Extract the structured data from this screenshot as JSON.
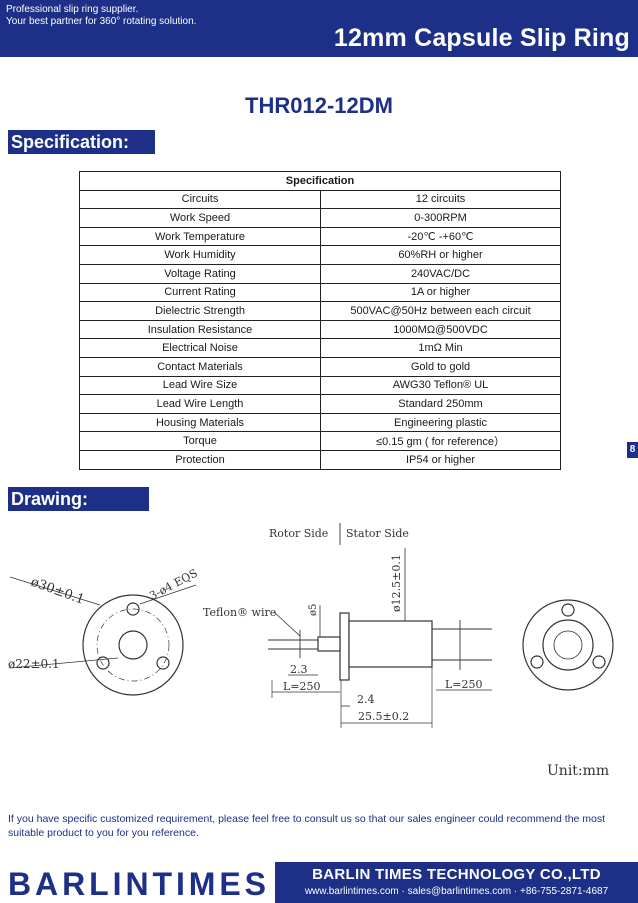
{
  "header": {
    "tagline_line1": "Professional slip ring supplier.",
    "tagline_line2": "Your best partner for 360° rotating solution.",
    "title": "12mm Capsule Slip Ring"
  },
  "model": "THR012-12DM",
  "sections": {
    "specification": "Specification:",
    "drawing": "Drawing:"
  },
  "spec_table": {
    "header": "Specification",
    "rows": [
      {
        "param": "Circuits",
        "value": "12 circuits"
      },
      {
        "param": "Work Speed",
        "value": "0-300RPM"
      },
      {
        "param": "Work Temperature",
        "value": "-20℃ -+60℃"
      },
      {
        "param": "Work Humidity",
        "value": "60%RH or higher"
      },
      {
        "param": "Voltage Rating",
        "value": "240VAC/DC"
      },
      {
        "param": "Current Rating",
        "value": "1A or higher"
      },
      {
        "param": "Dielectric Strength",
        "value": "500VAC@50Hz between each circuit"
      },
      {
        "param": "Insulation Resistance",
        "value": "1000MΩ@500VDC"
      },
      {
        "param": "Electrical Noise",
        "value": "1mΩ Min"
      },
      {
        "param": "Contact Materials",
        "value": "Gold to gold"
      },
      {
        "param": "Lead Wire Size",
        "value": "AWG30 Teflon® UL"
      },
      {
        "param": "Lead Wire Length",
        "value": "Standard 250mm"
      },
      {
        "param": "Housing Materials",
        "value": "Engineering plastic"
      },
      {
        "param": "Torque",
        "value": "≤0.15 gm ( for reference）"
      },
      {
        "param": "Protection",
        "value": "IP54 or higher"
      }
    ]
  },
  "page_number": "8",
  "drawing_labels": {
    "rotor_side": "Rotor Side",
    "stator_side": "Stator Side",
    "d30": "ø30±0.1",
    "holes": "3-ø4 EQS",
    "d22": "ø22±0.1",
    "teflon_wire": "Teflon® wire",
    "d5": "ø5",
    "d12_5": "ø12.5±0.1",
    "dim_2_3": "2.3",
    "l250_left": "L=250",
    "dim_2_4": "2.4",
    "l250_right": "L=250",
    "dim_25_5": "25.5±0.2",
    "unit": "Unit:mm"
  },
  "footer": {
    "note": "If you have specific customized requirement, please feel free to consult us so that our sales engineer could recommend the most suitable product to you for you reference.",
    "logo_text": "BARLINTIMES",
    "company": "BARLIN TIMES TECHNOLOGY CO.,LTD",
    "contacts": "www.barlintimes.com · sales@barlintimes.com · +86-755-2871-4687"
  },
  "colors": {
    "brand_blue": "#1d2f86",
    "logo_orange": "#f39a1e"
  }
}
